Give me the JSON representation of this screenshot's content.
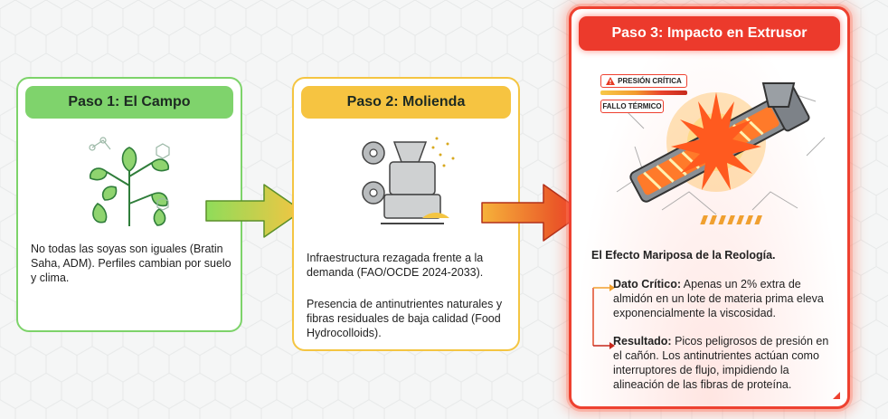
{
  "steps": [
    {
      "title": "Paso 1: El Campo",
      "text": "No todas las soyas son iguales (Bratin Saha, ADM). Perfiles cambian por suelo y clima.",
      "color": "#7fd36c"
    },
    {
      "title": "Paso 2: Molienda",
      "text_a": "Infraestructura rezagada frente a la demanda (FAO/OCDE 2024-2033).",
      "text_b": "Presencia de antinutrientes naturales y fibras residuales de baja calidad (Food Hydrocolloids).",
      "color": "#f6c441"
    },
    {
      "title": "Paso 3: Impacto en Extrusor",
      "badge_pressure": "PRESIÓN CRÍTICA",
      "badge_thermal": "FALLO TÉRMICO",
      "heading": "El Efecto Mariposa de la Reología.",
      "item_a_label": "Dato Crítico:",
      "item_a_text": " Apenas un 2% extra de almidón en un lote de materia prima eleva exponencialmente la viscosidad.",
      "item_b_label": "Resultado:",
      "item_b_text": " Picos peligrosos de presión en el cañón. Los antinutrientes actúan como interruptores de flujo, impidiendo la alineación de las fibras de proteína.",
      "color": "#ec3a2c"
    }
  ],
  "icons": {
    "step1": "soybean-plant-icon",
    "step2": "mill-machine-icon",
    "step3": "extruder-icon",
    "warning": "warning-icon"
  }
}
